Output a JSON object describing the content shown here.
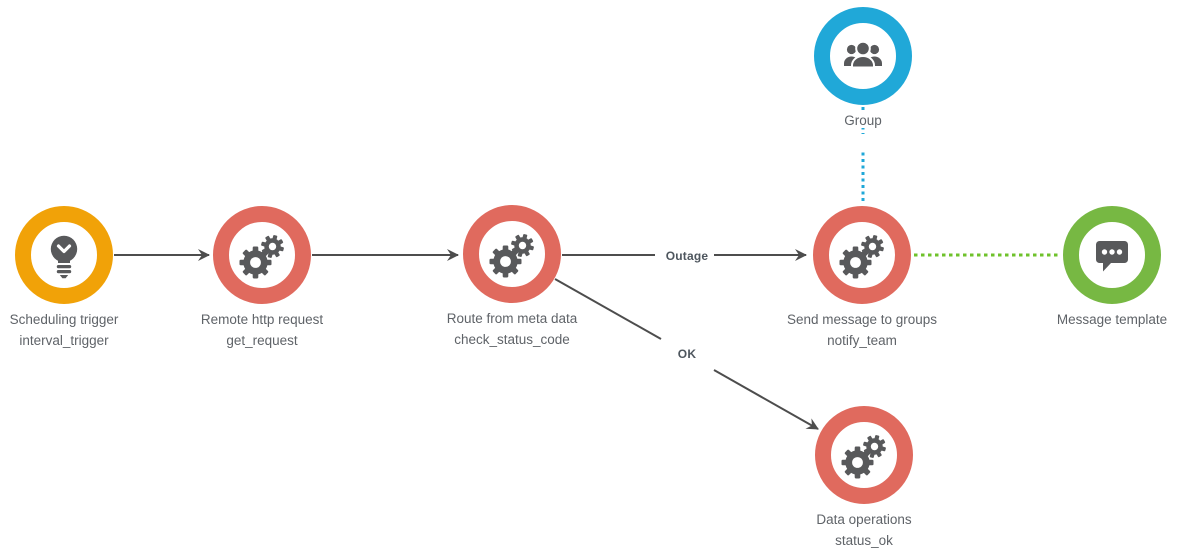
{
  "app": {
    "type": "workflow-diagram"
  },
  "colors": {
    "background": "#ffffff",
    "trigger_ring": "#F1A208",
    "action_ring": "#E06A5E",
    "group_ring": "#20A8D8",
    "template_ring": "#77B843",
    "icon_gray": "#58595B",
    "edge_gray": "#4D4D4D",
    "edge_label_text": "#4E565E",
    "node_label_text": "#5F6368",
    "dotted_blue": "#20A8D8",
    "dotted_green": "#6FC22B"
  },
  "nodes": [
    {
      "id": "interval_trigger",
      "title": "Scheduling trigger",
      "subtitle": "interval_trigger",
      "kind": "trigger",
      "icon": "lightbulb-icon"
    },
    {
      "id": "get_request",
      "title": "Remote http request",
      "subtitle": "get_request",
      "kind": "action",
      "icon": "gears-icon"
    },
    {
      "id": "check_status_code",
      "title": "Route from meta data",
      "subtitle": "check_status_code",
      "kind": "action",
      "icon": "gears-icon"
    },
    {
      "id": "group",
      "title": "Group",
      "subtitle": "",
      "kind": "group",
      "icon": "people-icon"
    },
    {
      "id": "notify_team",
      "title": "Send message to groups",
      "subtitle": "notify_team",
      "kind": "action",
      "icon": "gears-icon"
    },
    {
      "id": "message_template",
      "title": "Message template",
      "subtitle": "",
      "kind": "template",
      "icon": "speech-bubble-icon"
    },
    {
      "id": "status_ok",
      "title": "Data operations",
      "subtitle": "status_ok",
      "kind": "action",
      "icon": "gears-icon"
    }
  ],
  "edges": [
    {
      "from": "interval_trigger",
      "to": "get_request",
      "type": "solid-arrow",
      "label": ""
    },
    {
      "from": "get_request",
      "to": "check_status_code",
      "type": "solid-arrow",
      "label": ""
    },
    {
      "from": "check_status_code",
      "to": "notify_team",
      "type": "solid-arrow",
      "label": "Outage"
    },
    {
      "from": "check_status_code",
      "to": "status_ok",
      "type": "solid-arrow",
      "label": "OK"
    },
    {
      "from": "group",
      "to": "notify_team",
      "type": "dotted-blue",
      "label": ""
    },
    {
      "from": "notify_team",
      "to": "message_template",
      "type": "dotted-green",
      "label": ""
    }
  ]
}
